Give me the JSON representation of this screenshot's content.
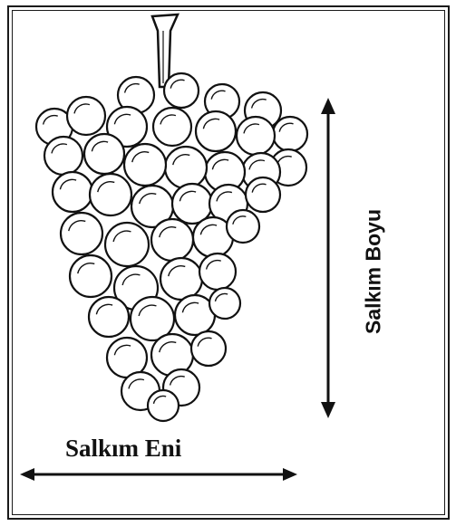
{
  "labels": {
    "cluster_width": "Salkım Eni",
    "cluster_length": "Salkım Boyu"
  },
  "illustration": {
    "subject": "grape-cluster",
    "stroke_color": "#111111",
    "fill_color": "#ffffff"
  }
}
